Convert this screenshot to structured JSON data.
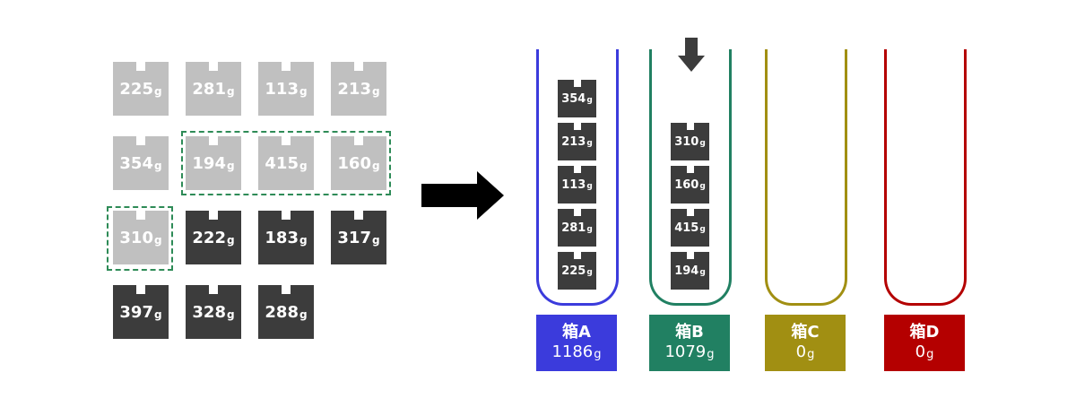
{
  "unit": "g",
  "colors": {
    "gray_block": "#c0c0c0",
    "dark_block": "#3c3c3c",
    "dashed_group": "#2e8b57",
    "box_a": "#3b3bdc",
    "box_b": "#218062",
    "box_c": "#a18f12",
    "box_d": "#b40000"
  },
  "grid": [
    {
      "value": "225",
      "state": "placed"
    },
    {
      "value": "281",
      "state": "placed"
    },
    {
      "value": "113",
      "state": "placed"
    },
    {
      "value": "213",
      "state": "placed"
    },
    {
      "value": "354",
      "state": "placed"
    },
    {
      "value": "194",
      "state": "placed"
    },
    {
      "value": "415",
      "state": "placed"
    },
    {
      "value": "160",
      "state": "placed"
    },
    {
      "value": "310",
      "state": "placed"
    },
    {
      "value": "222",
      "state": "remaining"
    },
    {
      "value": "183",
      "state": "remaining"
    },
    {
      "value": "317",
      "state": "remaining"
    },
    {
      "value": "397",
      "state": "remaining"
    },
    {
      "value": "328",
      "state": "remaining"
    },
    {
      "value": "288",
      "state": "remaining"
    }
  ],
  "boxes": [
    {
      "name": "箱A",
      "total": "1186",
      "color": "#3b3bdc",
      "items": [
        "354",
        "213",
        "113",
        "281",
        "225"
      ]
    },
    {
      "name": "箱B",
      "total": "1079",
      "color": "#218062",
      "items": [
        "310",
        "160",
        "415",
        "194"
      ]
    },
    {
      "name": "箱C",
      "total": "0",
      "color": "#a18f12",
      "items": []
    },
    {
      "name": "箱D",
      "total": "0",
      "color": "#b40000",
      "items": []
    }
  ]
}
